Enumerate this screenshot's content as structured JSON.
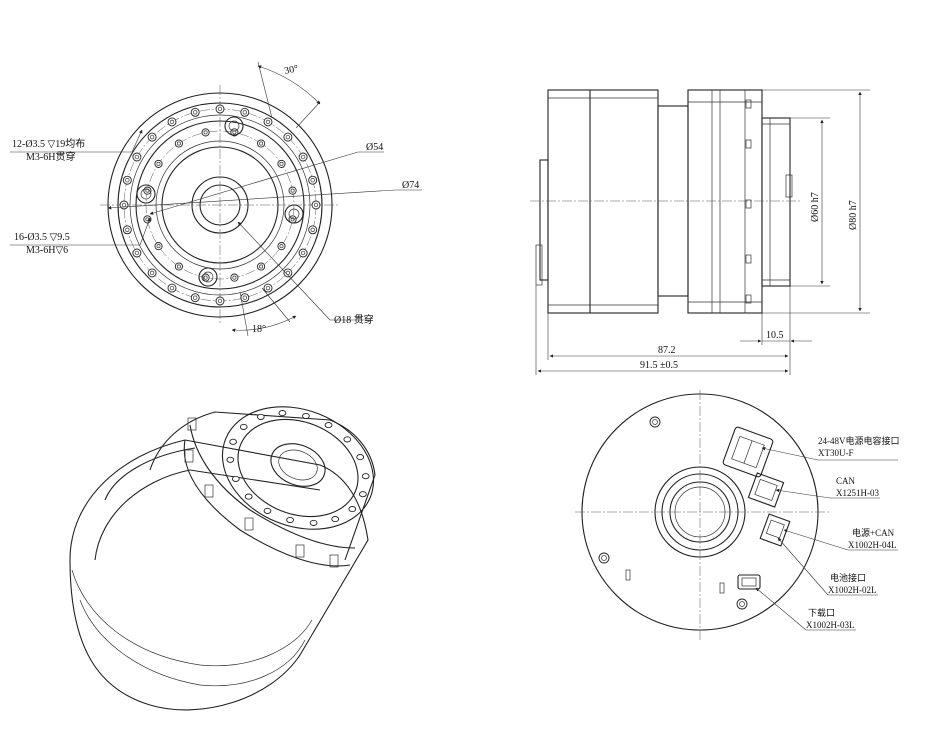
{
  "labels": {
    "holes12_l1": "12-Ø3.5 ▽19均布",
    "holes12_l2": "M3-6H贯穿",
    "holes16_l1": "16-Ø3.5 ▽9.5",
    "holes16_l2": "M3-6H▽6",
    "angle30": "30°",
    "angle18": "18°",
    "dia54": "Ø54",
    "dia74": "Ø74",
    "dia18": "Ø18 贯穿",
    "dia60": "Ø60 h7",
    "dia80": "Ø80 h7",
    "len105": "10.5",
    "len872": "87.2",
    "len915": "91.5 ±0.5",
    "pwr_l1": "24-48V电源电容接口",
    "pwr_l2": "XT30U-F",
    "can_l1": "CAN",
    "can_l2": "X1251H-03",
    "pcan_l1": "电源+CAN",
    "pcan_l2": "X1002H-04L",
    "bat_l1": "电池接口",
    "bat_l2": "X1002H-02L",
    "dl_l1": "下载口",
    "dl_l2": "X1002H-03L"
  }
}
